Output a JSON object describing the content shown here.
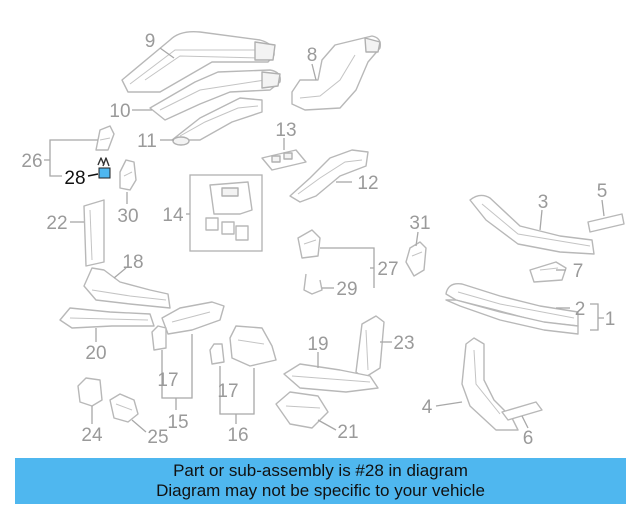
{
  "highlight_color": "#4fb7ef",
  "highlighted_part": "28",
  "callouts": {
    "n1": "1",
    "n2": "2",
    "n3": "3",
    "n4": "4",
    "n5": "5",
    "n6": "6",
    "n7": "7",
    "n8": "8",
    "n9": "9",
    "n10": "10",
    "n11": "11",
    "n12": "12",
    "n13": "13",
    "n14": "14",
    "n15": "15",
    "n16": "16",
    "n17a": "17",
    "n17b": "17",
    "n18": "18",
    "n19": "19",
    "n20": "20",
    "n21": "21",
    "n22": "22",
    "n23": "23",
    "n24": "24",
    "n25": "25",
    "n26": "26",
    "n27": "27",
    "n28": "28",
    "n29": "29",
    "n30": "30",
    "n31": "31"
  },
  "banner": {
    "line1": "Part or sub-assembly is #28 in diagram",
    "line2": "Diagram may not be specific to your vehicle"
  }
}
